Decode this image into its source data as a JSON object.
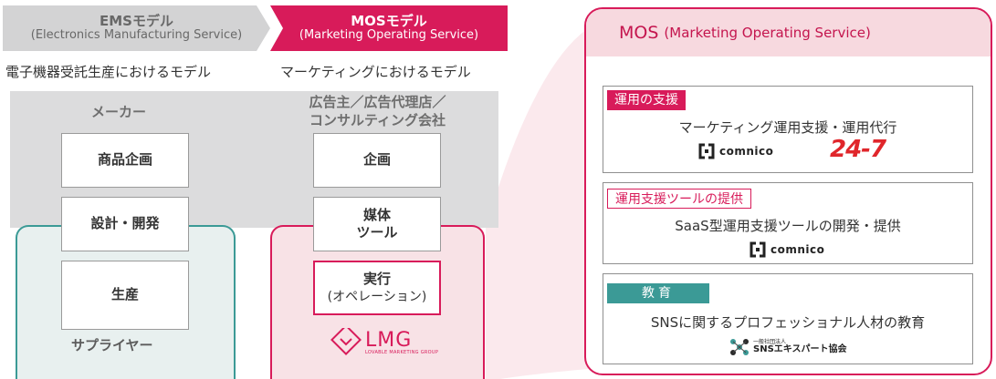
{
  "tabs": {
    "ems": {
      "title": "EMSモデル",
      "subtitle": "(Electronics Manufacturing Service)"
    },
    "mos": {
      "title": "MOSモデル",
      "subtitle": "(Marketing Operating Service)"
    }
  },
  "columns": {
    "ems_heading": "電子機器受託生産におけるモデル",
    "mos_heading": "マーケティングにおけるモデル"
  },
  "ems": {
    "maker_label": "メーカー",
    "supplier_label": "サプライヤー",
    "steps": [
      "商品企画",
      "設計・開発",
      "生産"
    ]
  },
  "mos_model": {
    "client_label_line1": "広告主／広告代理店／",
    "client_label_line2": "コンサルティング会社",
    "steps": {
      "plan": "企画",
      "media_line1": "媒体",
      "media_line2": "ツール",
      "exec_line1": "実行",
      "exec_line2": "(オペレーション)"
    },
    "logo_text": "LMG",
    "logo_subtext": "LOVABLE MARKETING GROUP"
  },
  "mos_panel": {
    "title": "MOS",
    "subtitle": "(Marketing Operating Service)",
    "services": [
      {
        "tag": "運用の支援",
        "description": "マーケティング運用支援・運用代行",
        "logo1": "comnico",
        "logo2": "24-7"
      },
      {
        "tag": "運用支援ツールの提供",
        "description": "SaaS型運用支援ツールの開発・提供",
        "logo1": "comnico"
      },
      {
        "tag": "教育",
        "description": "SNSに関するプロフェッショナル人材の教育",
        "logo_top": "一般社団法人",
        "logo_main": "SNSエキスパート協会"
      }
    ]
  },
  "colors": {
    "accent": "#d81b5a",
    "teal": "#3b9a96",
    "gray": "#dcdcdd"
  }
}
